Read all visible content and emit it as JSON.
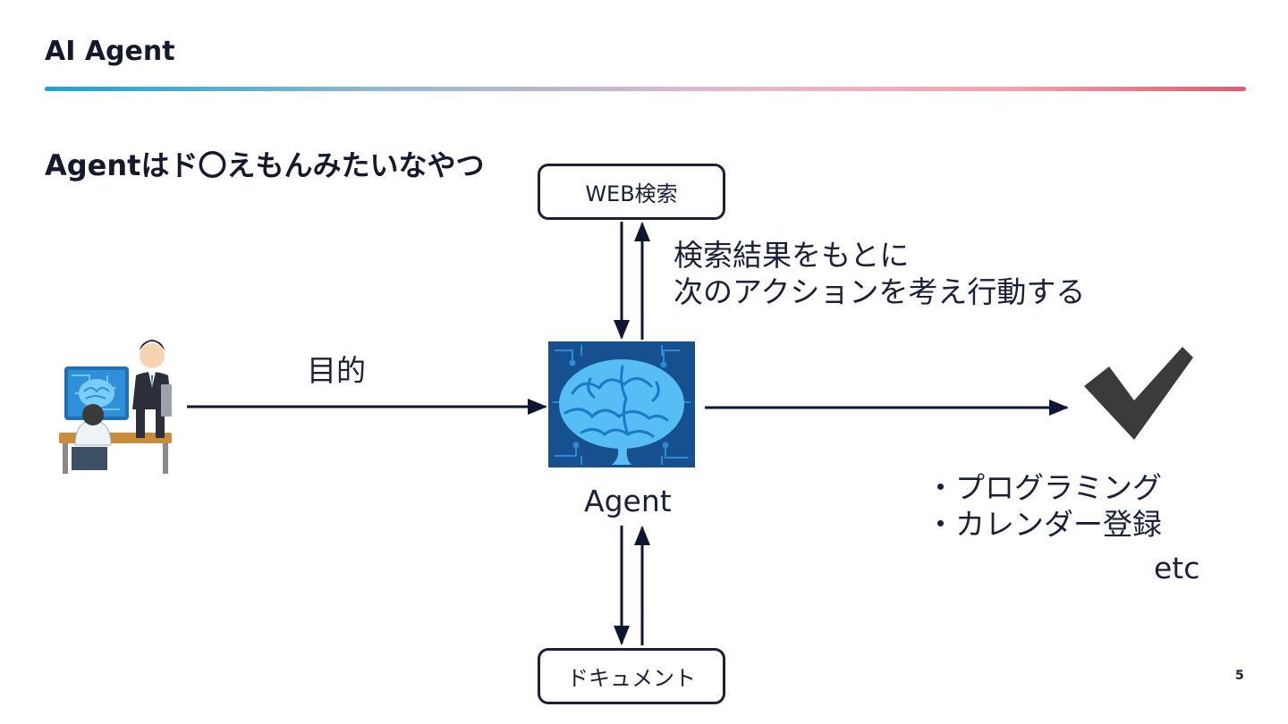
{
  "slide": {
    "title": "AI Agent",
    "heading": "Agentはド〇えもんみたいなやつ",
    "page_number": "5"
  },
  "diagram": {
    "web_search_box": "WEB検索",
    "web_search_note_line1": "検索結果をもとに",
    "web_search_note_line2": "次のアクションを考え行動する",
    "purpose_label": "目的",
    "agent_label": "Agent",
    "document_box": "ドキュメント",
    "examples": [
      "・プログラミング",
      "・カレンダー登録"
    ],
    "etc_label": "etc"
  },
  "colors": {
    "arrow": "#0f1633",
    "checkmark": "#3b3b3b",
    "chip_background": "#1a5ea8",
    "brain": "#4fb6f0"
  },
  "icons": [
    "person-with-brain-monitor-icon",
    "ai-brain-chip-icon",
    "checkmark-icon"
  ]
}
